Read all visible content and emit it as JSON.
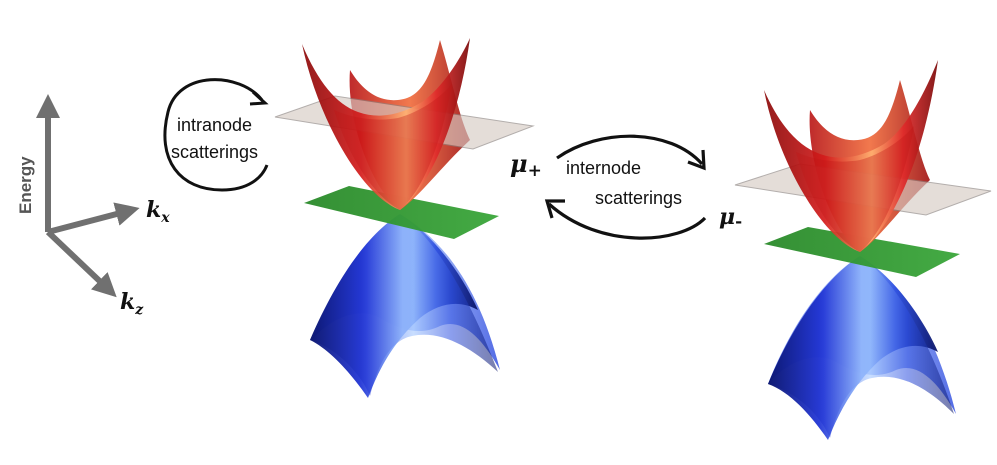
{
  "axes": {
    "vertical_label": "Energy",
    "kx_base": "k",
    "kx_sub": "x",
    "kz_base": "k",
    "kz_sub": "z",
    "color": "#707070"
  },
  "intranode": {
    "line1": "intranode",
    "line2": "scatterings"
  },
  "internode": {
    "line1": "internode",
    "line2": "scatterings"
  },
  "mu_plus": {
    "base": "μ",
    "sub": "+"
  },
  "mu_minus": {
    "base": "μ",
    "sub": "-"
  },
  "colors": {
    "upper_cone": "#d62020",
    "upper_cone_highlight": "#ffb070",
    "lower_cone": "#1f35d8",
    "lower_cone_highlight": "#8fb8ff",
    "fermi_plane": "#d9cfc9",
    "node_plane": "#2e9a2e",
    "arrow": "#111111"
  }
}
